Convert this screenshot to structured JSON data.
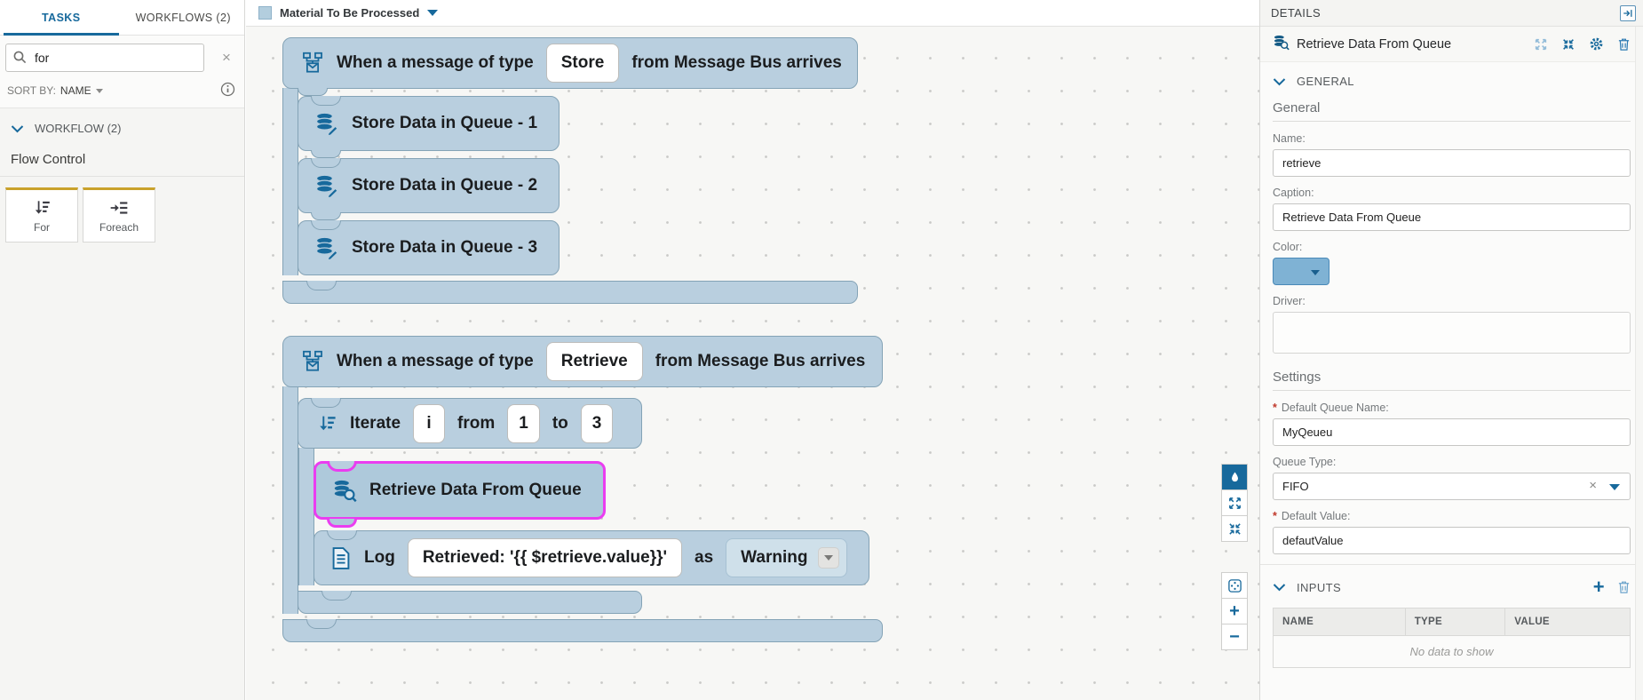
{
  "sidebar": {
    "tabs": [
      {
        "label": "TASKS"
      },
      {
        "label": "WORKFLOWS (2)"
      }
    ],
    "search": {
      "value": "for"
    },
    "sort_label": "SORT BY:",
    "sort_value": "NAME",
    "workflow_section_label": "WORKFLOW (2)",
    "flow_control_label": "Flow Control",
    "cards": [
      {
        "label": "For"
      },
      {
        "label": "Foreach"
      }
    ]
  },
  "canvas": {
    "title": "Material To Be Processed",
    "trigger_store": {
      "prefix": "When a message of type",
      "type_value": "Store",
      "suffix": "from Message Bus arrives",
      "children": [
        "Store Data in Queue - 1",
        "Store Data in Queue - 2",
        "Store Data in Queue - 3"
      ]
    },
    "trigger_retrieve": {
      "prefix": "When a message of type",
      "type_value": "Retrieve",
      "suffix": "from Message Bus arrives"
    },
    "iterate": {
      "label": "Iterate",
      "variable": "i",
      "from_label": "from",
      "from_value": "1",
      "to_label": "to",
      "to_value": "3"
    },
    "retrieve_task": {
      "label": "Retrieve Data From Queue"
    },
    "log": {
      "label": "Log",
      "message": "Retrieved: '{{ $retrieve.value}}'",
      "as_label": "as",
      "level": "Warning"
    }
  },
  "details": {
    "panel_title": "DETAILS",
    "task_title": "Retrieve Data From Queue",
    "general": {
      "section_label": "GENERAL",
      "subheading": "General",
      "name_label": "Name:",
      "name_value": "retrieve",
      "caption_label": "Caption:",
      "caption_value": "Retrieve Data From Queue",
      "color_label": "Color:",
      "driver_label": "Driver:",
      "driver_value": "",
      "settings_subheading": "Settings",
      "required_mark": "*",
      "queue_name_label": "Default Queue Name:",
      "queue_name_value": "MyQeueu",
      "queue_type_label": "Queue Type:",
      "queue_type_value": "FIFO",
      "default_value_label": "Default Value:",
      "default_value_value": "defautValue"
    },
    "inputs": {
      "section_label": "INPUTS",
      "columns": [
        "NAME",
        "TYPE",
        "VALUE"
      ],
      "empty_text": "No data to show"
    }
  },
  "icons": {
    "sidebar": [
      "search-icon",
      "clear-icon",
      "info-icon",
      "chevron-down-icon",
      "for-icon",
      "foreach-icon"
    ],
    "canvas_blocks": [
      "message-bus-icon",
      "database-edit-icon",
      "for-icon",
      "database-search-icon",
      "log-document-icon"
    ],
    "canvas_toolbar": [
      "droplet-icon",
      "expand-icon",
      "collapse-icon",
      "locate-icon",
      "zoom-in-icon",
      "zoom-out-icon"
    ],
    "details": [
      "panel-collapse-icon",
      "expand-icon",
      "collapse-icon",
      "gear-icon",
      "trash-icon",
      "add-icon"
    ]
  },
  "colors": {
    "accent": "#17699c",
    "block_bg": "#b9cfdf",
    "selection_outline": "#ea3df0",
    "card_accent": "#c9a22b",
    "color_field_swatch": "#7fb2d4"
  }
}
